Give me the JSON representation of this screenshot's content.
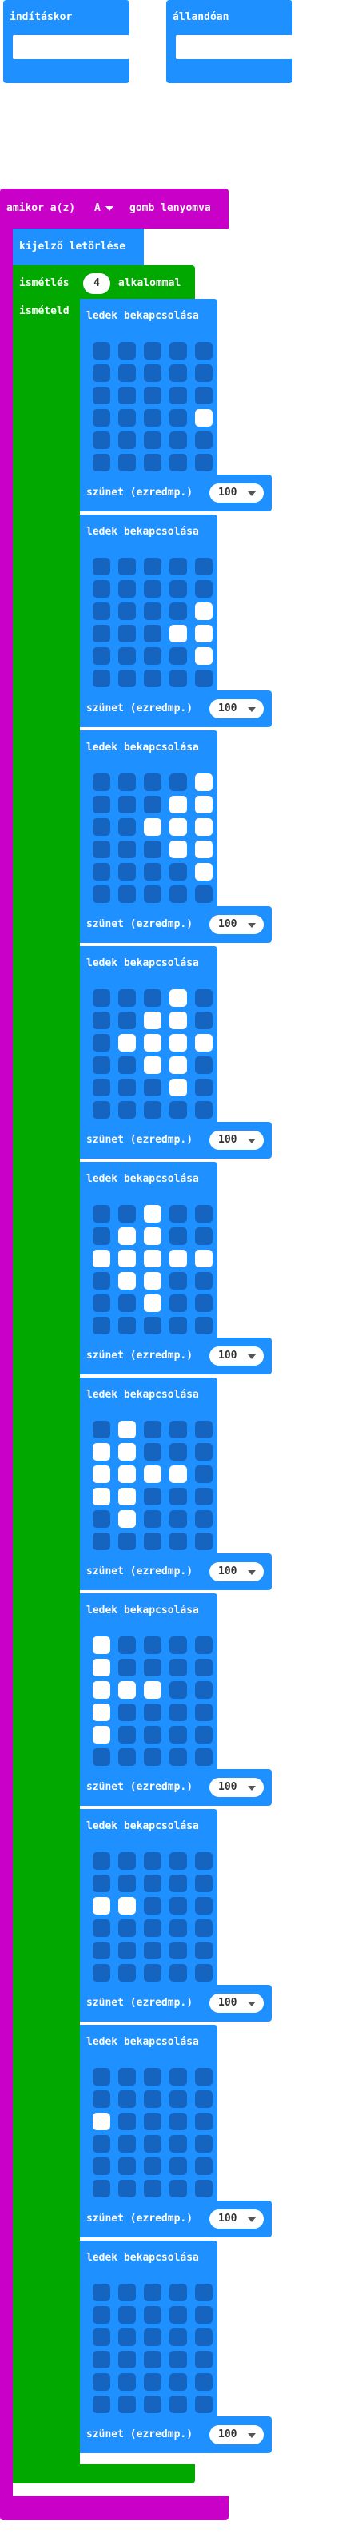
{
  "top": {
    "on_start_label": "indításkor",
    "forever_label": "állandóan"
  },
  "event": {
    "prefix": "amikor a(z)",
    "button": "A",
    "suffix": "gomb lenyomva"
  },
  "clear_label": "kijelző letörlése",
  "repeat": {
    "prefix": "ismétlés",
    "count": "4",
    "suffix": "alkalommal",
    "do_label": "ismételd"
  },
  "show_leds_label": "ledek bekapcsolása",
  "pause_label": "szünet (ezredmp.)",
  "pause_value": "100",
  "frames": [
    [
      [
        0,
        0,
        0,
        0,
        0
      ],
      [
        0,
        0,
        0,
        0,
        0
      ],
      [
        0,
        0,
        0,
        0,
        0
      ],
      [
        0,
        0,
        0,
        0,
        1
      ],
      [
        0,
        0,
        0,
        0,
        0
      ],
      [
        0,
        0,
        0,
        0,
        0
      ]
    ],
    [
      [
        0,
        0,
        0,
        0,
        0
      ],
      [
        0,
        0,
        0,
        0,
        0
      ],
      [
        0,
        0,
        0,
        0,
        1
      ],
      [
        0,
        0,
        0,
        1,
        1
      ],
      [
        0,
        0,
        0,
        0,
        1
      ],
      [
        0,
        0,
        0,
        0,
        0
      ]
    ],
    [
      [
        0,
        0,
        0,
        0,
        1
      ],
      [
        0,
        0,
        0,
        1,
        1
      ],
      [
        0,
        0,
        1,
        1,
        1
      ],
      [
        0,
        0,
        0,
        1,
        1
      ],
      [
        0,
        0,
        0,
        0,
        1
      ],
      [
        0,
        0,
        0,
        0,
        0
      ]
    ],
    [
      [
        0,
        0,
        0,
        1,
        0
      ],
      [
        0,
        0,
        1,
        1,
        0
      ],
      [
        0,
        1,
        1,
        1,
        1
      ],
      [
        0,
        0,
        1,
        1,
        0
      ],
      [
        0,
        0,
        0,
        1,
        0
      ],
      [
        0,
        0,
        0,
        0,
        0
      ]
    ],
    [
      [
        0,
        0,
        1,
        0,
        0
      ],
      [
        0,
        1,
        1,
        0,
        0
      ],
      [
        1,
        1,
        1,
        1,
        1
      ],
      [
        0,
        1,
        1,
        0,
        0
      ],
      [
        0,
        0,
        1,
        0,
        0
      ],
      [
        0,
        0,
        0,
        0,
        0
      ]
    ],
    [
      [
        0,
        1,
        0,
        0,
        0
      ],
      [
        1,
        1,
        0,
        0,
        0
      ],
      [
        1,
        1,
        1,
        1,
        0
      ],
      [
        1,
        1,
        0,
        0,
        0
      ],
      [
        0,
        1,
        0,
        0,
        0
      ],
      [
        0,
        0,
        0,
        0,
        0
      ]
    ],
    [
      [
        1,
        0,
        0,
        0,
        0
      ],
      [
        1,
        0,
        0,
        0,
        0
      ],
      [
        1,
        1,
        1,
        0,
        0
      ],
      [
        1,
        0,
        0,
        0,
        0
      ],
      [
        1,
        0,
        0,
        0,
        0
      ],
      [
        0,
        0,
        0,
        0,
        0
      ]
    ],
    [
      [
        0,
        0,
        0,
        0,
        0
      ],
      [
        0,
        0,
        0,
        0,
        0
      ],
      [
        1,
        1,
        0,
        0,
        0
      ],
      [
        0,
        0,
        0,
        0,
        0
      ],
      [
        0,
        0,
        0,
        0,
        0
      ],
      [
        0,
        0,
        0,
        0,
        0
      ]
    ],
    [
      [
        0,
        0,
        0,
        0,
        0
      ],
      [
        0,
        0,
        0,
        0,
        0
      ],
      [
        1,
        0,
        0,
        0,
        0
      ],
      [
        0,
        0,
        0,
        0,
        0
      ],
      [
        0,
        0,
        0,
        0,
        0
      ],
      [
        0,
        0,
        0,
        0,
        0
      ]
    ],
    [
      [
        0,
        0,
        0,
        0,
        0
      ],
      [
        0,
        0,
        0,
        0,
        0
      ],
      [
        0,
        0,
        0,
        0,
        0
      ],
      [
        0,
        0,
        0,
        0,
        0
      ],
      [
        0,
        0,
        0,
        0,
        0
      ],
      [
        0,
        0,
        0,
        0,
        0
      ]
    ]
  ],
  "colors": {
    "basic_blue": "#1e90ff",
    "input_magenta": "#c800c8",
    "loop_green": "#00a800",
    "led_off": "#1565c0",
    "led_on": "#ffffff"
  }
}
